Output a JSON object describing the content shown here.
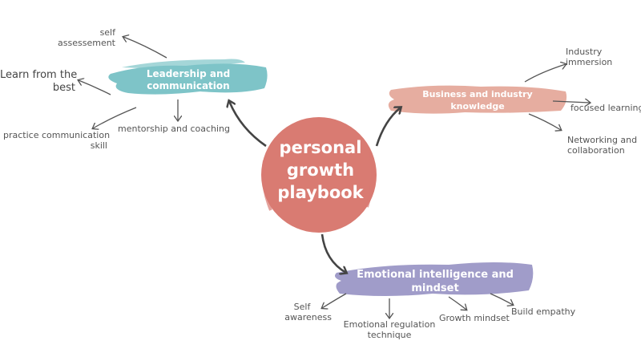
{
  "center": {
    "line1": "personal",
    "line2": "growth",
    "line3": "playbook",
    "color": "#d97b72"
  },
  "branches": {
    "leadership": {
      "line1": "Leadership and",
      "line2": "communication",
      "color": "#7ec4c8",
      "children": {
        "self_assessment": [
          "self",
          "assessement"
        ],
        "learn_best": [
          "Learn from the",
          "best"
        ],
        "practice": [
          "practice communication",
          "skill"
        ],
        "mentorship": "mentorship and coaching"
      }
    },
    "business": {
      "line1": "Business and industry",
      "line2": "knowledge",
      "color": "#e6ada0",
      "children": {
        "immersion": [
          "Industry",
          "immersion"
        ],
        "focused": "focused learning",
        "networking": [
          "Networking and",
          "collaboration"
        ]
      }
    },
    "emotional": {
      "line1": "Emotional intelligence and",
      "line2": "mindset",
      "color": "#a09cc9",
      "children": {
        "self_awareness": [
          "Self",
          "awareness"
        ],
        "regulation": [
          "Emotional regulation",
          "technique"
        ],
        "growth": "Growth mindset",
        "empathy": "Build empathy"
      }
    }
  },
  "colors": {
    "connector": "#444444",
    "child_arrow": "#555555"
  }
}
